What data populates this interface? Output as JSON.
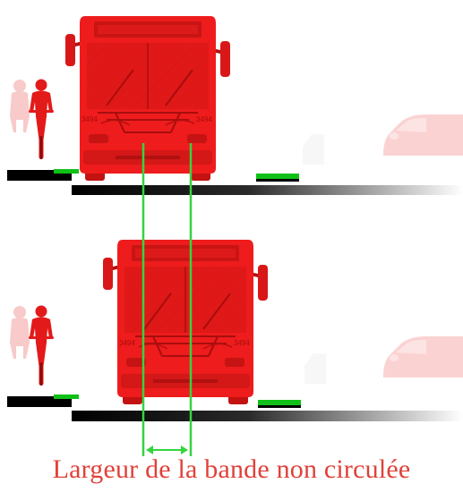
{
  "caption": "Largeur de la bande non circulée",
  "bus_number_left": "3494",
  "bus_number_right": "3494",
  "icons": [
    "cyclist-icon",
    "bus-icon",
    "car-icon",
    "dimension-arrow-icon"
  ],
  "colors": {
    "bus_red": "#ee1c1c",
    "bus_dark": "#a80d0d",
    "cyclist_red": "#e31a1a",
    "ghost_pink": "#f7c7c7",
    "marking_green": "#10c018",
    "guide_green": "#35d43f",
    "road_black": "#000000",
    "caption_red": "#e0413a"
  }
}
